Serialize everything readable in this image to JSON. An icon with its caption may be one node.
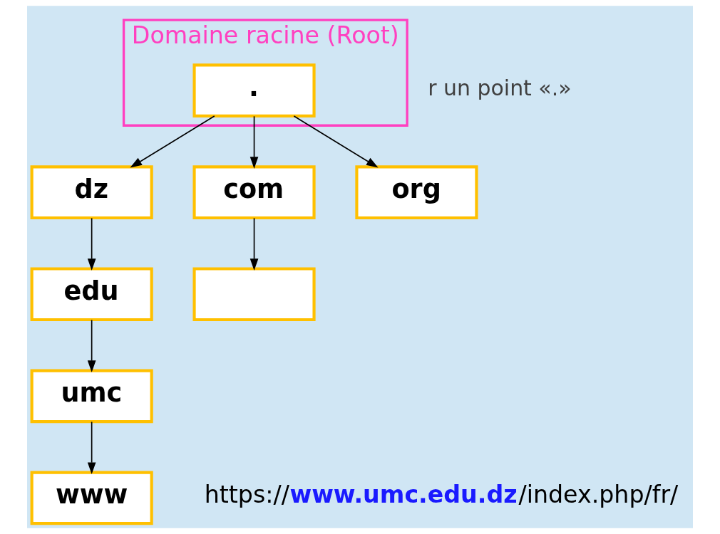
{
  "diagram": {
    "nodes": [
      {
        "text": [
          "Domaine racine (Root)"
        ]
      },
      {
        "text": [
          "."
        ],
        "in": 0
      },
      {
        "text": [
          "dz"
        ]
      },
      {
        "text": [
          "com"
        ]
      },
      {
        "text": [
          "org"
        ]
      },
      {
        "text": [
          "edu"
        ]
      },
      {
        "text": [],
        "shape": "box"
      },
      {
        "text": [
          "umc"
        ]
      },
      {
        "text": [
          "www"
        ],
        "beside": [
          "https://**www.umc.edu.dz**/index.php/fr/"
        ]
      }
    ],
    "edges": [
      {
        "from": 1,
        "to": 2,
        "arrow": "to"
      },
      {
        "from": 1,
        "to": 3,
        "arrow": "to"
      },
      {
        "from": 1,
        "to": 4,
        "arrow": "to"
      },
      {
        "from": 2,
        "to": 5,
        "arrow": "to"
      },
      {
        "from": 3,
        "to": 6,
        "arrow": "to"
      },
      {
        "from": 5,
        "to": 7,
        "arrow": "to"
      },
      {
        "from": 7,
        "to": 8,
        "arrow": "to"
      }
    ],
    "labels": [
      "r un point «.»"
    ]
  }
}
